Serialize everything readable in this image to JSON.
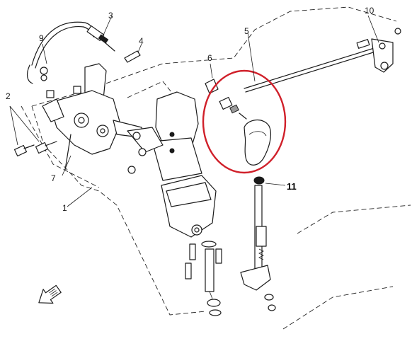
{
  "callouts": {
    "c1": "1",
    "c2": "2",
    "c3": "3",
    "c4": "4",
    "c5": "5",
    "c6": "6",
    "c7": "7",
    "c9": "9",
    "c10": "10",
    "c11": "11"
  },
  "colors": {
    "line": "#1a1a1a",
    "highlight": "#d0202a",
    "background": "#ffffff"
  },
  "icons": {
    "direction": "front-arrow-icon"
  }
}
